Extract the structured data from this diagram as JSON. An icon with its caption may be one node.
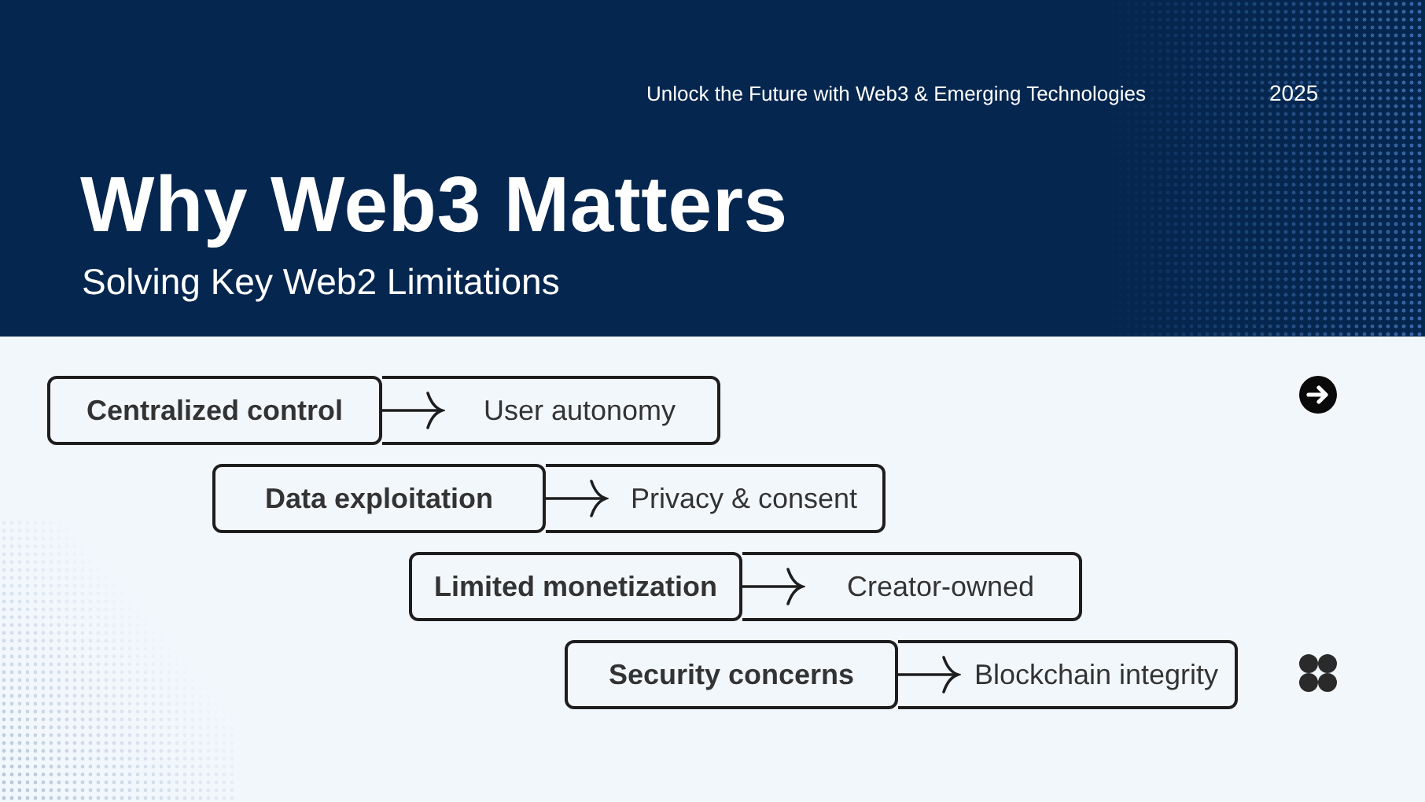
{
  "diagram": {
    "title": "Why Web3 Matters",
    "nodes": [
      {
        "text": [
          "Centralized control"
        ]
      },
      {
        "text": [
          "User autonomy"
        ]
      },
      {
        "text": [
          "Data exploitation"
        ]
      },
      {
        "text": [
          "Privacy & consent"
        ]
      },
      {
        "text": [
          "Limited monetization"
        ]
      },
      {
        "text": [
          "Creator-owned"
        ]
      },
      {
        "text": [
          "Security concerns"
        ]
      },
      {
        "text": [
          "Blockchain integrity"
        ]
      }
    ],
    "edges": [
      {
        "from": 0,
        "to": 1,
        "arrow": "to"
      },
      {
        "from": 2,
        "to": 3,
        "arrow": "to"
      },
      {
        "from": 4,
        "to": 5,
        "arrow": "to"
      },
      {
        "from": 6,
        "to": 7,
        "arrow": "to"
      }
    ],
    "labels": [
      "Unlock the Future with Web3 & Emerging Technologies",
      "2025",
      "Solving Key Web2 Limitations"
    ]
  }
}
